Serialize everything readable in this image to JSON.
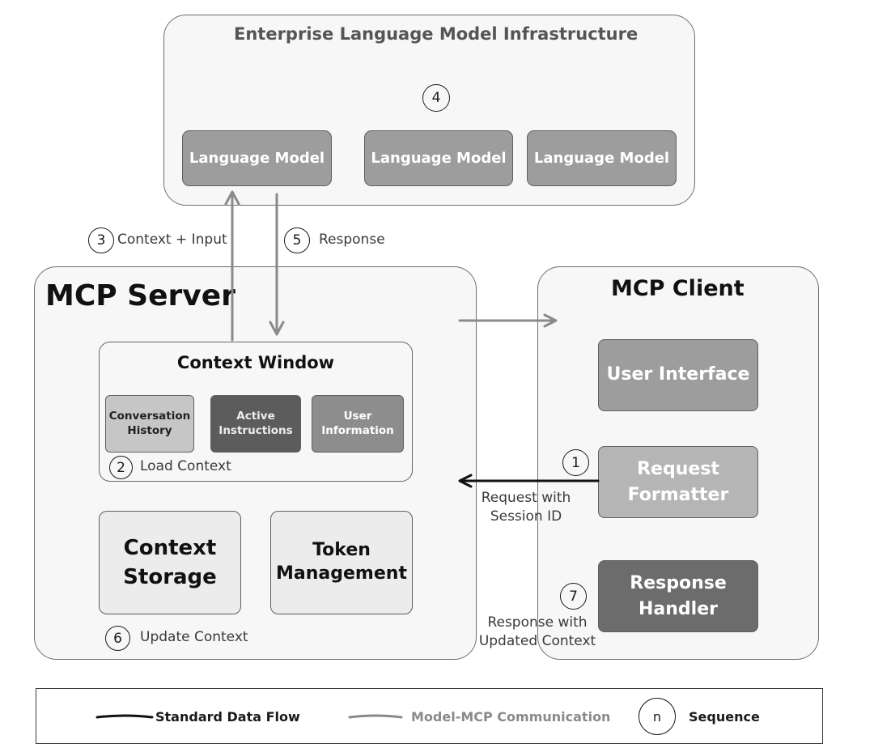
{
  "infrastructure": {
    "title": "Enterprise Language Model Infrastructure",
    "step": "4",
    "models": [
      "Language Model",
      "Language Model",
      "Language Model"
    ]
  },
  "server": {
    "title": "MCP Server",
    "context_window": {
      "title": "Context Window",
      "items": [
        "Conversation History",
        "Active Instructions",
        "User Information"
      ],
      "step": "2",
      "step_label": "Load Context"
    },
    "context_storage": "Context Storage",
    "token_management": "Token Management",
    "update_step": "6",
    "update_label": "Update Context"
  },
  "client": {
    "title": "MCP Client",
    "user_interface": "User Interface",
    "request_formatter": "Request Formatter",
    "response_handler": "Response Handler"
  },
  "flows": {
    "context_input": {
      "step": "3",
      "label": "Context + Input"
    },
    "response": {
      "step": "5",
      "label": "Response"
    },
    "request": {
      "step": "1",
      "line1": "Request with",
      "line2": "Session ID"
    },
    "response_updated": {
      "step": "7",
      "line1": "Response with",
      "line2": "Updated Context"
    }
  },
  "legend": {
    "standard": "Standard Data Flow",
    "model_mcp": "Model-MCP Communication",
    "seq_symbol": "n",
    "sequence": "Sequence"
  },
  "colors": {
    "standard_flow": "#111111",
    "model_flow": "#8a8a8a"
  }
}
